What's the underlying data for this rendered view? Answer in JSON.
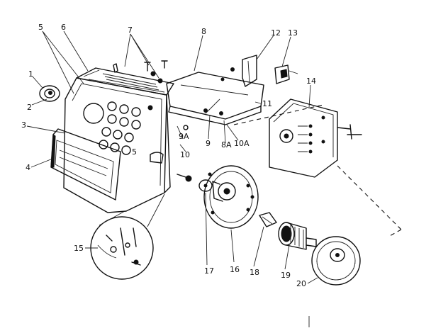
{
  "callouts": [
    {
      "id": "c1",
      "text": "1"
    },
    {
      "id": "c2",
      "text": "2"
    },
    {
      "id": "c3",
      "text": "3"
    },
    {
      "id": "c4",
      "text": "4"
    },
    {
      "id": "c5a",
      "text": "5"
    },
    {
      "id": "c5b",
      "text": "5"
    },
    {
      "id": "c6",
      "text": "6"
    },
    {
      "id": "c7",
      "text": "7"
    },
    {
      "id": "c8",
      "text": "8"
    },
    {
      "id": "c8a",
      "text": "8A"
    },
    {
      "id": "c9",
      "text": "9"
    },
    {
      "id": "c9a",
      "text": "9A"
    },
    {
      "id": "c10",
      "text": "10"
    },
    {
      "id": "c10a",
      "text": "10A"
    },
    {
      "id": "c11",
      "text": "11"
    },
    {
      "id": "c12",
      "text": "12"
    },
    {
      "id": "c13",
      "text": "13"
    },
    {
      "id": "c14",
      "text": "14"
    },
    {
      "id": "c15",
      "text": "15"
    },
    {
      "id": "c16",
      "text": "16"
    },
    {
      "id": "c17",
      "text": "17"
    },
    {
      "id": "c18",
      "text": "18"
    },
    {
      "id": "c19",
      "text": "19"
    },
    {
      "id": "c20",
      "text": "20"
    }
  ]
}
